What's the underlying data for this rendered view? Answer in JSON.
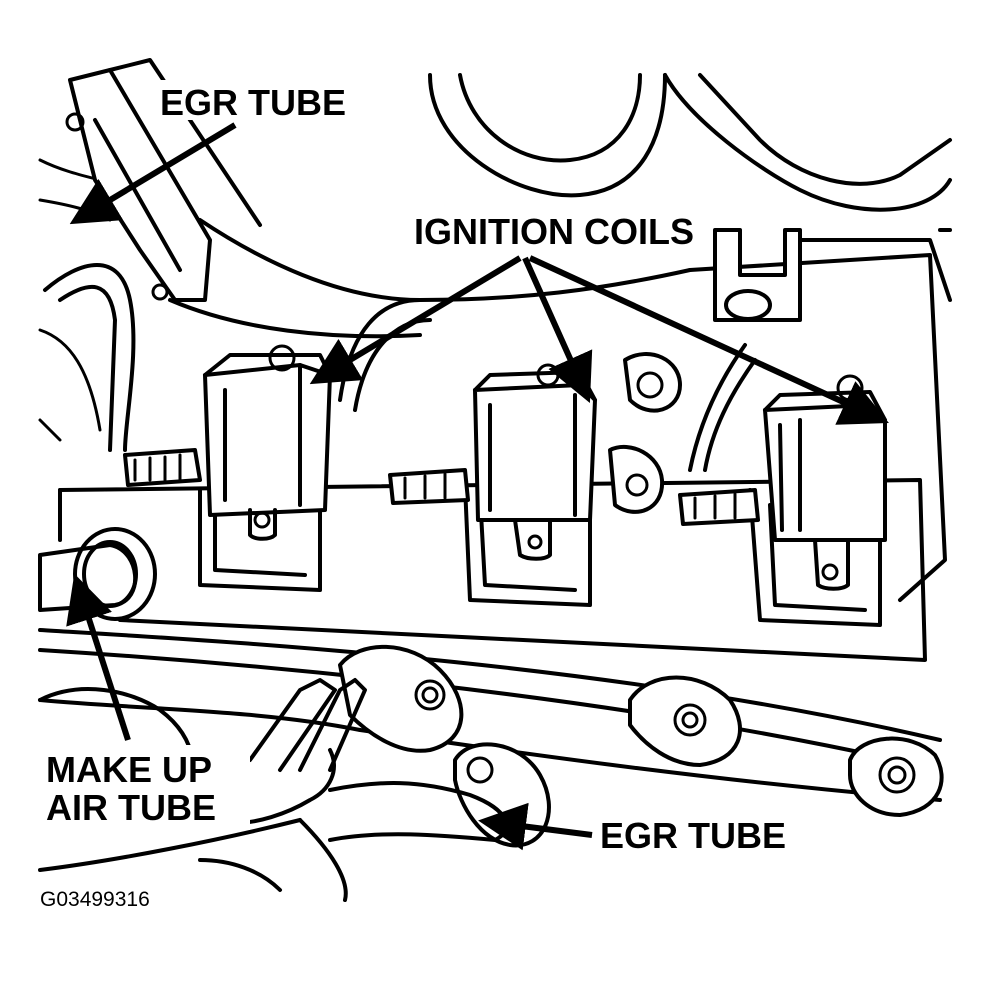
{
  "labels": {
    "egr_tube_top": "EGR TUBE",
    "ignition_coils": "IGNITION COILS",
    "make_up_air_tube_line1": "MAKE UP",
    "make_up_air_tube_line2": "AIR TUBE",
    "egr_tube_bottom": "EGR TUBE"
  },
  "figure_id": "G03499316",
  "colors": {
    "ink": "#000000",
    "paper": "#ffffff"
  }
}
